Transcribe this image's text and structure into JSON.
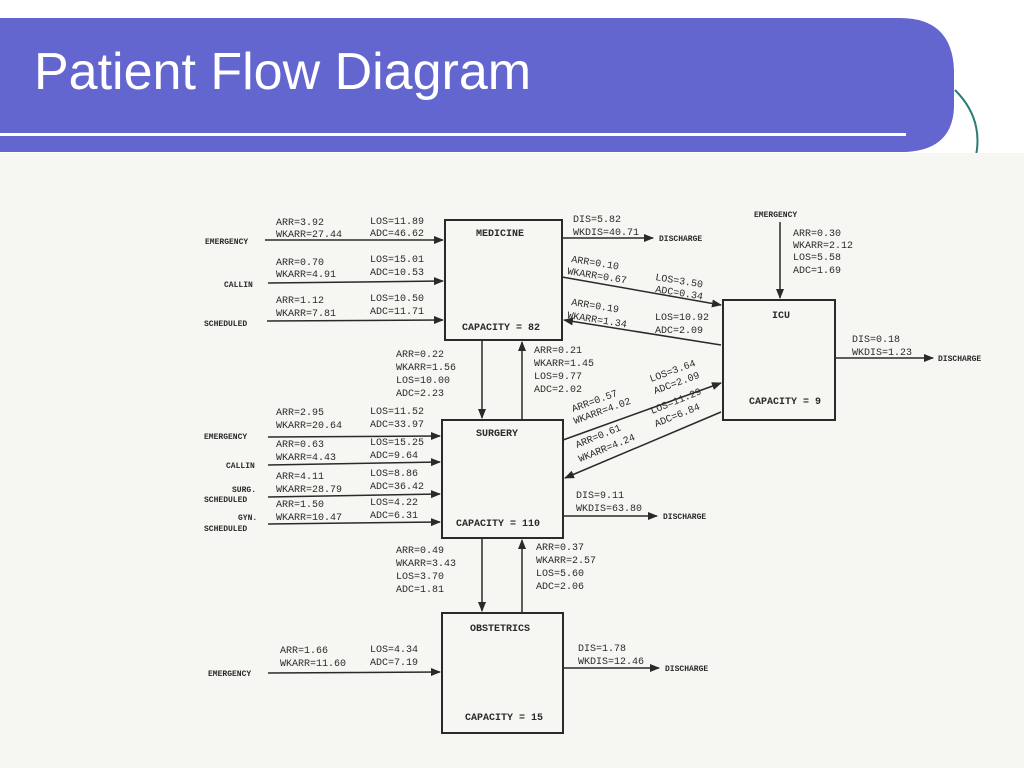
{
  "slide": {
    "title": "Patient Flow Diagram",
    "colors": {
      "header": "#6466cf",
      "accent": "#2c7c75",
      "scan_paper": "#f6f7f3",
      "ink": "#2a2a2a"
    }
  },
  "diagram": {
    "units": {
      "medicine": {
        "name": "MEDICINE",
        "capacity": "CAPACITY = 82"
      },
      "icu": {
        "name": "ICU",
        "capacity": "CAPACITY = 9"
      },
      "surgery": {
        "name": "SURGERY",
        "capacity": "CAPACITY = 110"
      },
      "obstetrics": {
        "name": "OBSTETRICS",
        "capacity": "CAPACITY = 15"
      }
    },
    "sources": {
      "med_emergency": "EMERGENCY",
      "med_callin": "CALLIN",
      "med_scheduled": "SCHEDULED",
      "icu_emergency": "EMERGENCY",
      "surg_emergency": "EMERGENCY",
      "surg_callin": "CALLIN",
      "surg_scheduled_1": "SURG.",
      "surg_scheduled_2": "SCHEDULED",
      "gyn_scheduled_1": "GYN.",
      "gyn_scheduled_2": "SCHEDULED",
      "obs_emergency": "EMERGENCY"
    },
    "destinations": {
      "med_discharge": "DISCHARGE",
      "icu_discharge": "DISCHARGE",
      "surg_discharge": "DISCHARGE",
      "obs_discharge": "DISCHARGE"
    },
    "flows": {
      "med_emergency_arr": "ARR=3.92",
      "med_emergency_wkarr": "WKARR=27.44",
      "med_emergency_los": "LOS=11.89",
      "med_emergency_adc": "ADC=46.62",
      "med_callin_arr": "ARR=0.70",
      "med_callin_wkarr": "WKARR=4.91",
      "med_callin_los": "LOS=15.01",
      "med_callin_adc": "ADC=10.53",
      "med_sched_arr": "ARR=1.12",
      "med_sched_wkarr": "WKARR=7.81",
      "med_sched_los": "LOS=10.50",
      "med_sched_adc": "ADC=11.71",
      "med_dis": "DIS=5.82",
      "med_wkdis": "WKDIS=40.71",
      "med_icu1_arr": "ARR=0.10",
      "med_icu1_wkarr": "WKARR=0.67",
      "med_icu1_los": "LOS=3.50",
      "med_icu1_adc": "ADC=0.34",
      "med_icu2_arr": "ARR=0.19",
      "med_icu2_wkarr": "WKARR=1.34",
      "med_icu2_los": "LOS=10.92",
      "med_icu2_adc": "ADC=2.09",
      "icu_emer_arr": "ARR=0.30",
      "icu_emer_wkarr": "WKARR=2.12",
      "icu_emer_los": "LOS=5.58",
      "icu_emer_adc": "ADC=1.69",
      "icu_dis": "DIS=0.18",
      "icu_wkdis": "WKDIS=1.23",
      "med_surg_arr": "ARR=0.22",
      "med_surg_wkarr": "WKARR=1.56",
      "med_surg_los": "LOS=10.00",
      "med_surg_adc": "ADC=2.23",
      "surg_med_arr": "ARR=0.21",
      "surg_med_wkarr": "WKARR=1.45",
      "surg_med_los": "LOS=9.77",
      "surg_med_adc": "ADC=2.02",
      "icu_surg1_los": "LOS=3.64",
      "icu_surg1_adc": "ADC=2.09",
      "icu_surg1_arr": "ARR=0.57",
      "icu_surg1_wkarr": "WKARR=4.02",
      "icu_surg2_los": "LOS=11.29",
      "icu_surg2_adc": "ADC=6.84",
      "icu_surg2_arr": "ARR=0.61",
      "icu_surg2_wkarr": "WKARR=4.24",
      "surg_emer_arr": "ARR=2.95",
      "surg_emer_wkarr": "WKARR=20.64",
      "surg_emer_los": "LOS=11.52",
      "surg_emer_adc": "ADC=33.97",
      "surg_callin_arr": "ARR=0.63",
      "surg_callin_wkarr": "WKARR=4.43",
      "surg_callin_los": "LOS=15.25",
      "surg_callin_adc": "ADC=9.64",
      "surg_sched_arr": "ARR=4.11",
      "surg_sched_wkarr": "WKARR=28.79",
      "surg_sched_los": "LOS=8.86",
      "surg_sched_adc": "ADC=36.42",
      "gyn_sched_arr": "ARR=1.50",
      "gyn_sched_wkarr": "WKARR=10.47",
      "gyn_sched_los": "LOS=4.22",
      "gyn_sched_adc": "ADC=6.31",
      "surg_dis": "DIS=9.11",
      "surg_wkdis": "WKDIS=63.80",
      "surg_obs_arr": "ARR=0.49",
      "surg_obs_wkarr": "WKARR=3.43",
      "surg_obs_los": "LOS=3.70",
      "surg_obs_adc": "ADC=1.81",
      "obs_surg_arr": "ARR=0.37",
      "obs_surg_wkarr": "WKARR=2.57",
      "obs_surg_los": "LOS=5.60",
      "obs_surg_adc": "ADC=2.06",
      "obs_emer_arr": "ARR=1.66",
      "obs_emer_wkarr": "WKARR=11.60",
      "obs_emer_los": "LOS=4.34",
      "obs_emer_adc": "ADC=7.19",
      "obs_dis": "DIS=1.78",
      "obs_wkdis": "WKDIS=12.46"
    }
  }
}
